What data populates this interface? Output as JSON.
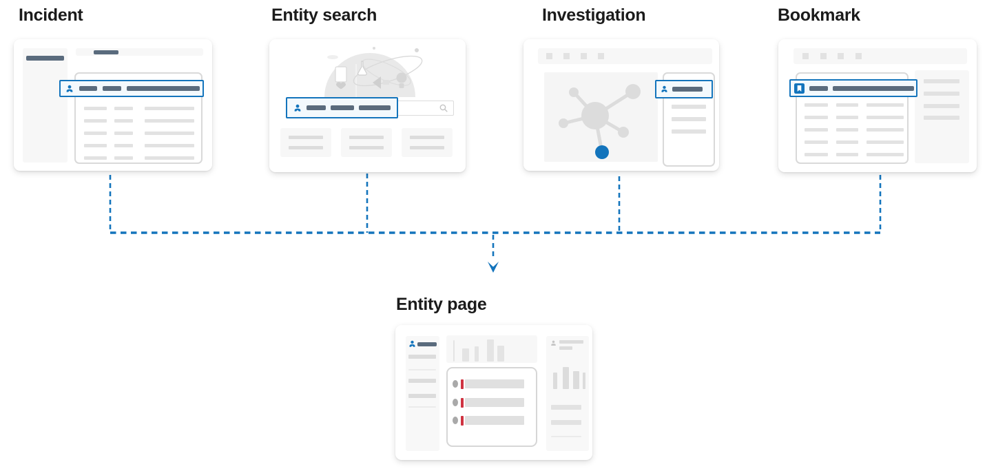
{
  "headings": {
    "incident": "Incident",
    "entity_search": "Entity search",
    "investigation": "Investigation",
    "bookmark": "Bookmark",
    "entity_page": "Entity page"
  },
  "colors": {
    "accent_blue": "#1374bc",
    "highlight_fill": "#f3f9fd",
    "slate_bar": "#5a6b7d",
    "skeleton_gray": "#e2e2e2",
    "skeleton_dim": "#dcdcdc",
    "skeleton_light": "#f7f7f7",
    "border_gray": "#d9d9d9",
    "node_gray": "#dcdcdc",
    "red_marker": "#cf3341",
    "heading_text": "#1b1b1b"
  },
  "icons": {
    "entity": "person-icon",
    "bookmark": "bookmark-icon",
    "search": "search-icon"
  }
}
